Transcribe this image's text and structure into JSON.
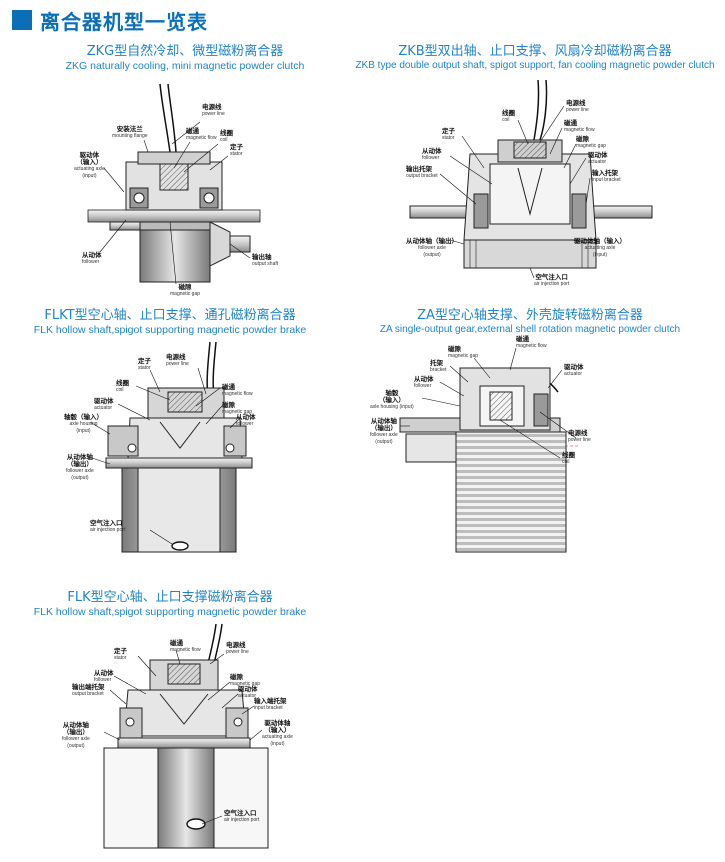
{
  "header": {
    "title": "离合器机型一览表"
  },
  "panels": {
    "zkg": {
      "title": "ZKG型自然冷却、微型磁粉离合器",
      "subtitle": "ZKG naturally cooling, mini magnetic powder clutch",
      "labels": {
        "power_line_cn": "电源线",
        "power_line_en": "power line",
        "flange_cn": "安装法兰",
        "flange_en": "mounting flange",
        "flux_cn": "磁通",
        "flux_en": "magnetic flow",
        "coil_cn": "线圈",
        "coil_en": "coil",
        "stator_cn": "定子",
        "stator_en": "stator",
        "actuator_cn": "驱动体\n（输入）",
        "actuator_en": "actuating axle\n(input)",
        "follower_cn": "从动体",
        "follower_en": "follower",
        "out_shaft_cn": "输出轴",
        "out_shaft_en": "output shaft",
        "gap_cn": "磁隙",
        "gap_en": "magnetic gap"
      }
    },
    "zkb": {
      "title": "ZKB型双出轴、止口支撑、风扇冷却磁粉离合器",
      "subtitle": "ZKB type double output shaft, spigot support, fan cooling magnetic powder clutch",
      "labels": {
        "coil_cn": "线圈",
        "coil_en": "coil",
        "power_line_cn": "电源线",
        "power_line_en": "power line",
        "flux_cn": "磁通",
        "flux_en": "magnetic flow",
        "stator_cn": "定子",
        "stator_en": "stator",
        "gap_cn": "磁隙",
        "gap_en": "magnetic gap",
        "follower_cn": "从动体",
        "follower_en": "follower",
        "actuator_cn": "驱动体",
        "actuator_en": "actuator",
        "out_bracket_cn": "输出托架",
        "out_bracket_en": "output bracket",
        "in_bracket_cn": "输入托架",
        "in_bracket_en": "input bracket",
        "follower_axle_cn": "从动体轴（输出）",
        "follower_axle_en": "follower axle\n(output)",
        "act_axle_cn": "驱动体轴（输入）",
        "act_axle_en": "actuating axle\n(input)",
        "air_cn": "空气注入口",
        "air_en": "air injection port"
      }
    },
    "flkt": {
      "title": "FLKT型空心轴、止口支撑、通孔磁粉离合器",
      "subtitle": "FLK hollow shaft,spigot supporting magnetic powder brake",
      "labels": {
        "stator_cn": "定子",
        "stator_en": "stator",
        "power_line_cn": "电源线",
        "power_line_en": "power line",
        "coil_cn": "线圈",
        "coil_en": "coil",
        "flux_cn": "磁通",
        "flux_en": "magnetic flow",
        "actuator_cn": "驱动体",
        "actuator_en": "actuator",
        "gap_cn": "磁隙",
        "gap_en": "magnetic gap",
        "housing_cn": "轴毂（输入）",
        "housing_en": "axle housing\n(input)",
        "follower_cn": "从动体",
        "follower_en": "follower",
        "follower_axle_cn": "从动体轴\n（输出）",
        "follower_axle_en": "follower axle\n(output)",
        "air_cn": "空气注入口",
        "air_en": "air injection port"
      }
    },
    "za": {
      "title": "ZA型空心轴支撑、外壳旋转磁粉离合器",
      "subtitle": "ZA single-output gear,external shell rotation magnetic powder clutch",
      "labels": {
        "flux_cn": "磁通",
        "flux_en": "magnetic flow",
        "gap_cn": "磁隙",
        "gap_en": "magnetic gap",
        "bracket_cn": "托架",
        "bracket_en": "bracket",
        "actuator_cn": "驱动体",
        "actuator_en": "actuator",
        "follower_cn": "从动体",
        "follower_en": "follower",
        "housing_cn": "轴毂\n（输入）",
        "housing_en": "axle housing (input)",
        "follower_axle_cn": "从动体轴\n（输出）",
        "follower_axle_en": "follower axle\n(output)",
        "power_line_cn": "电源线",
        "power_line_en": "power line",
        "coil_cn": "线圈",
        "coil_en": "coil"
      }
    },
    "flk": {
      "title": "FLK型空心轴、止口支撑磁粉离合器",
      "subtitle": "FLK hollow shaft,spigot supporting magnetic powder brake",
      "labels": {
        "flux_cn": "磁通",
        "flux_en": "magnetic flow",
        "power_line_cn": "电源线",
        "power_line_en": "power line",
        "stator_cn": "定子",
        "stator_en": "stator",
        "follower_cn": "从动体",
        "follower_en": "follower",
        "gap_cn": "磁隙",
        "gap_en": "magnetic gap",
        "out_bracket_cn": "输出端托架",
        "out_bracket_en": "output bracket",
        "actuator_cn": "驱动体",
        "actuator_en": "actuator",
        "in_bracket_cn": "输入端托架",
        "in_bracket_en": "input bracket",
        "follower_axle_cn": "从动体轴\n（输出）",
        "follower_axle_en": "follower axle\n(output)",
        "act_axle_cn": "驱动体轴\n（输入）",
        "act_axle_en": "actuating axle\n(input)",
        "air_cn": "空气注入口",
        "air_en": "air injection port"
      }
    }
  }
}
